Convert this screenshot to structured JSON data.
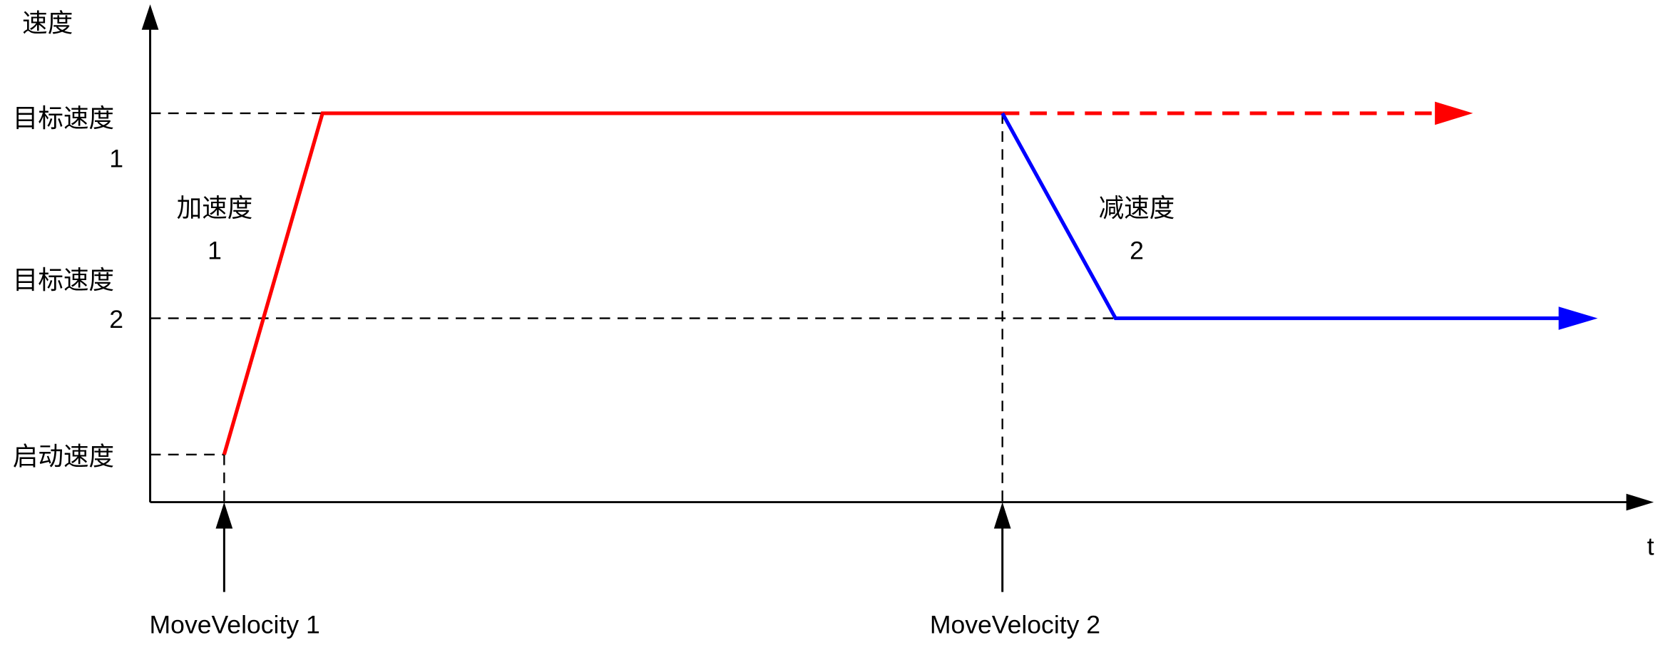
{
  "axes": {
    "y_label": "速度",
    "x_label": "t"
  },
  "levels": {
    "target_speed_1": {
      "line1": "目标速度",
      "line2": "1"
    },
    "target_speed_2": {
      "line1": "目标速度",
      "line2": "2"
    },
    "start_speed": "启动速度"
  },
  "annotations": {
    "accel_1": {
      "line1": "加速度",
      "line2": "1"
    },
    "decel_2": {
      "line1": "减速度",
      "line2": "2"
    }
  },
  "events": {
    "mv1": "MoveVelocity 1",
    "mv2": "MoveVelocity 2"
  },
  "colors": {
    "profile_1": "#ff0000",
    "profile_2": "#0000ff",
    "axes": "#000000"
  }
}
